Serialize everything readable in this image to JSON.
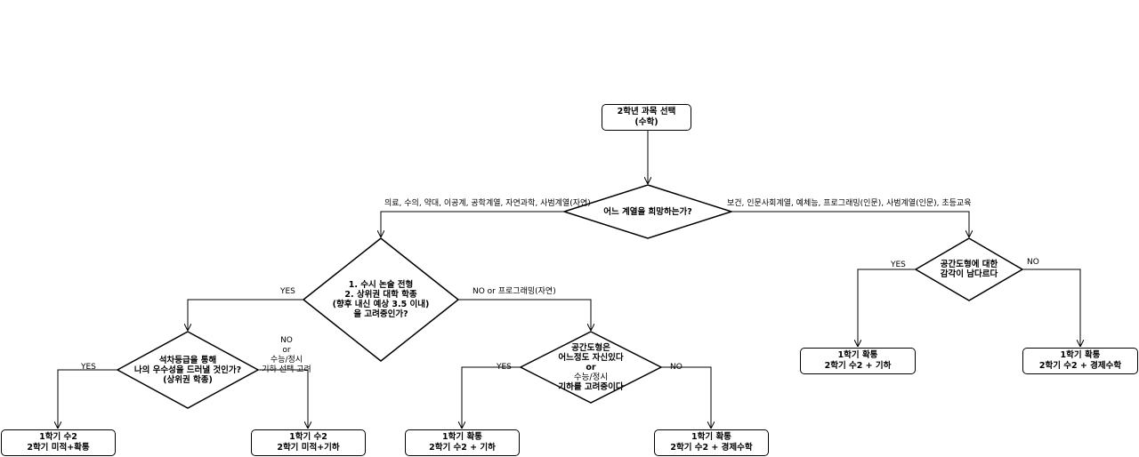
{
  "nodes": {
    "root": [
      "2학년 과목 선택",
      "(수학)"
    ],
    "d_field": [
      "어느 계열을 희망하는가?"
    ],
    "d_essay": [
      "1. 수시 논술 전형",
      "2. 상위권 대학 학종",
      "(향후 내신 예상 3.5 이내)",
      "을 고려중인가?"
    ],
    "d_space_left": [
      "공간도형은",
      "어느정도 자신있다",
      "or",
      "수능/정시",
      "기하를 고려중이다"
    ],
    "d_space_right": [
      "공간도형에 대한",
      "감각이 남다르다"
    ],
    "d_grade": [
      "석차등급을 통해",
      "나의 우수성을 드러낼 것인가?",
      "(상위권 학종)"
    ],
    "leaf1": [
      "1학기 수2",
      "2학기 미적+확통"
    ],
    "leaf2": [
      "1학기 수2",
      "2학기 미적+기하"
    ],
    "leaf3": [
      "1학기 확통",
      "2학기 수2 + 기하"
    ],
    "leaf4": [
      "1학기 확통",
      "2학기 수2 + 경제수학"
    ],
    "leaf5": [
      "1학기 확통",
      "2학기 수2 + 기하"
    ],
    "leaf6": [
      "1학기 확통",
      "2학기 수2 + 경제수학"
    ]
  },
  "edges": {
    "field_left": "의료, 수의, 약대, 이공계, 공학계열, 자연과학, 사범계열(자연)",
    "field_right": "보건, 인문사회계열, 예체능, 프로그래밍(인문), 사범계열(인문), 초등교육",
    "essay_yes": "YES",
    "essay_no": "NO or 프로그래밍(자연)",
    "grade_yes": "YES",
    "grade_no": [
      "NO",
      "or",
      "수능/정시",
      "기하 선택 고려"
    ],
    "space_left_yes": "YES",
    "space_left_no": "NO",
    "space_right_yes": "YES",
    "space_right_no": "NO"
  }
}
